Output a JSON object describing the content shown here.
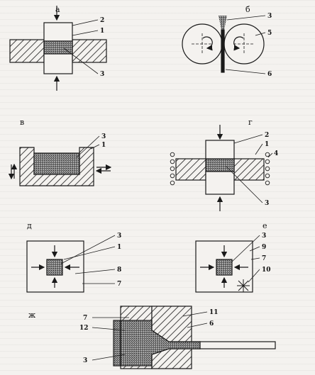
{
  "panels": {
    "a": "а",
    "b": "б",
    "v": "в",
    "g": "г",
    "d": "д",
    "e": "е",
    "zh": "ж"
  },
  "callouts": {
    "a": [
      "2",
      "1",
      "3"
    ],
    "b": [
      "3",
      "5",
      "6"
    ],
    "v": [
      "3",
      "1"
    ],
    "g": [
      "2",
      "1",
      "4",
      "3"
    ],
    "d": [
      "3",
      "1",
      "8",
      "7"
    ],
    "e": [
      "3",
      "9",
      "7",
      "10"
    ],
    "zh": [
      "7",
      "12",
      "11",
      "6",
      "3"
    ]
  },
  "colors": {
    "ink": "#1a1a1a",
    "paper": "#f4f2ef",
    "powder": "#6d6d6d"
  }
}
